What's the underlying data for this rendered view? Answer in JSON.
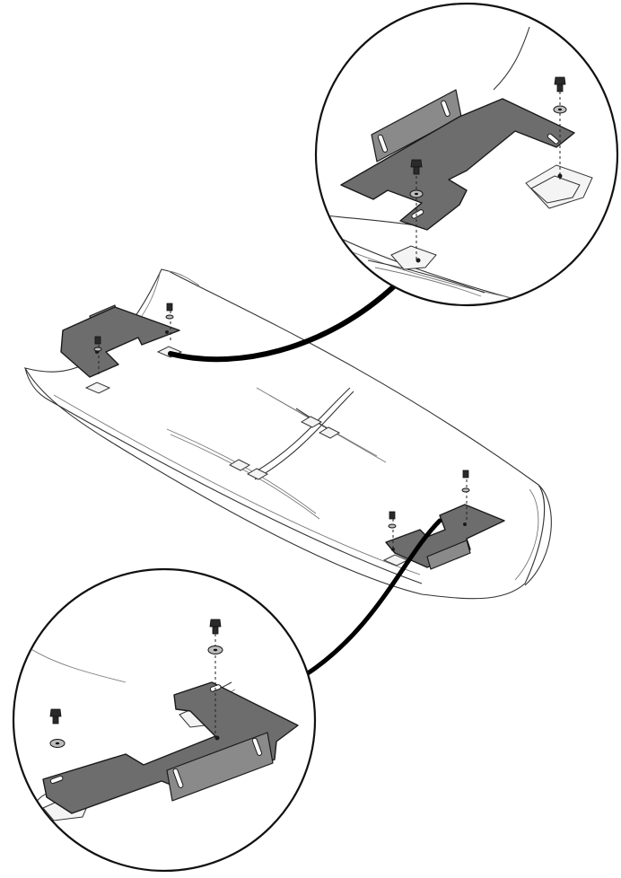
{
  "figure": {
    "kind": "exploded-assembly-illustration",
    "parts": [
      {
        "id": "curved-panel",
        "icon": "curved-panel-shape"
      },
      {
        "id": "bracket-top-left",
        "icon": "bracket-plate-shape"
      },
      {
        "id": "bracket-bottom-right",
        "icon": "bracket-plate-shape"
      },
      {
        "id": "bolt",
        "icon": "hex-bolt-icon"
      },
      {
        "id": "washer",
        "icon": "washer-icon"
      },
      {
        "id": "mount-boss",
        "icon": "mount-boss-icon"
      }
    ],
    "callouts": [
      {
        "id": "detail-top",
        "target": "bracket-top-left"
      },
      {
        "id": "detail-bottom",
        "target": "bracket-bottom-right"
      }
    ],
    "colors": {
      "plate": "#6d6d6d",
      "plate_side": "#8a8a8a",
      "line": "#1a1a1a",
      "background": "#ffffff",
      "washer": "#bdbdbd"
    }
  }
}
